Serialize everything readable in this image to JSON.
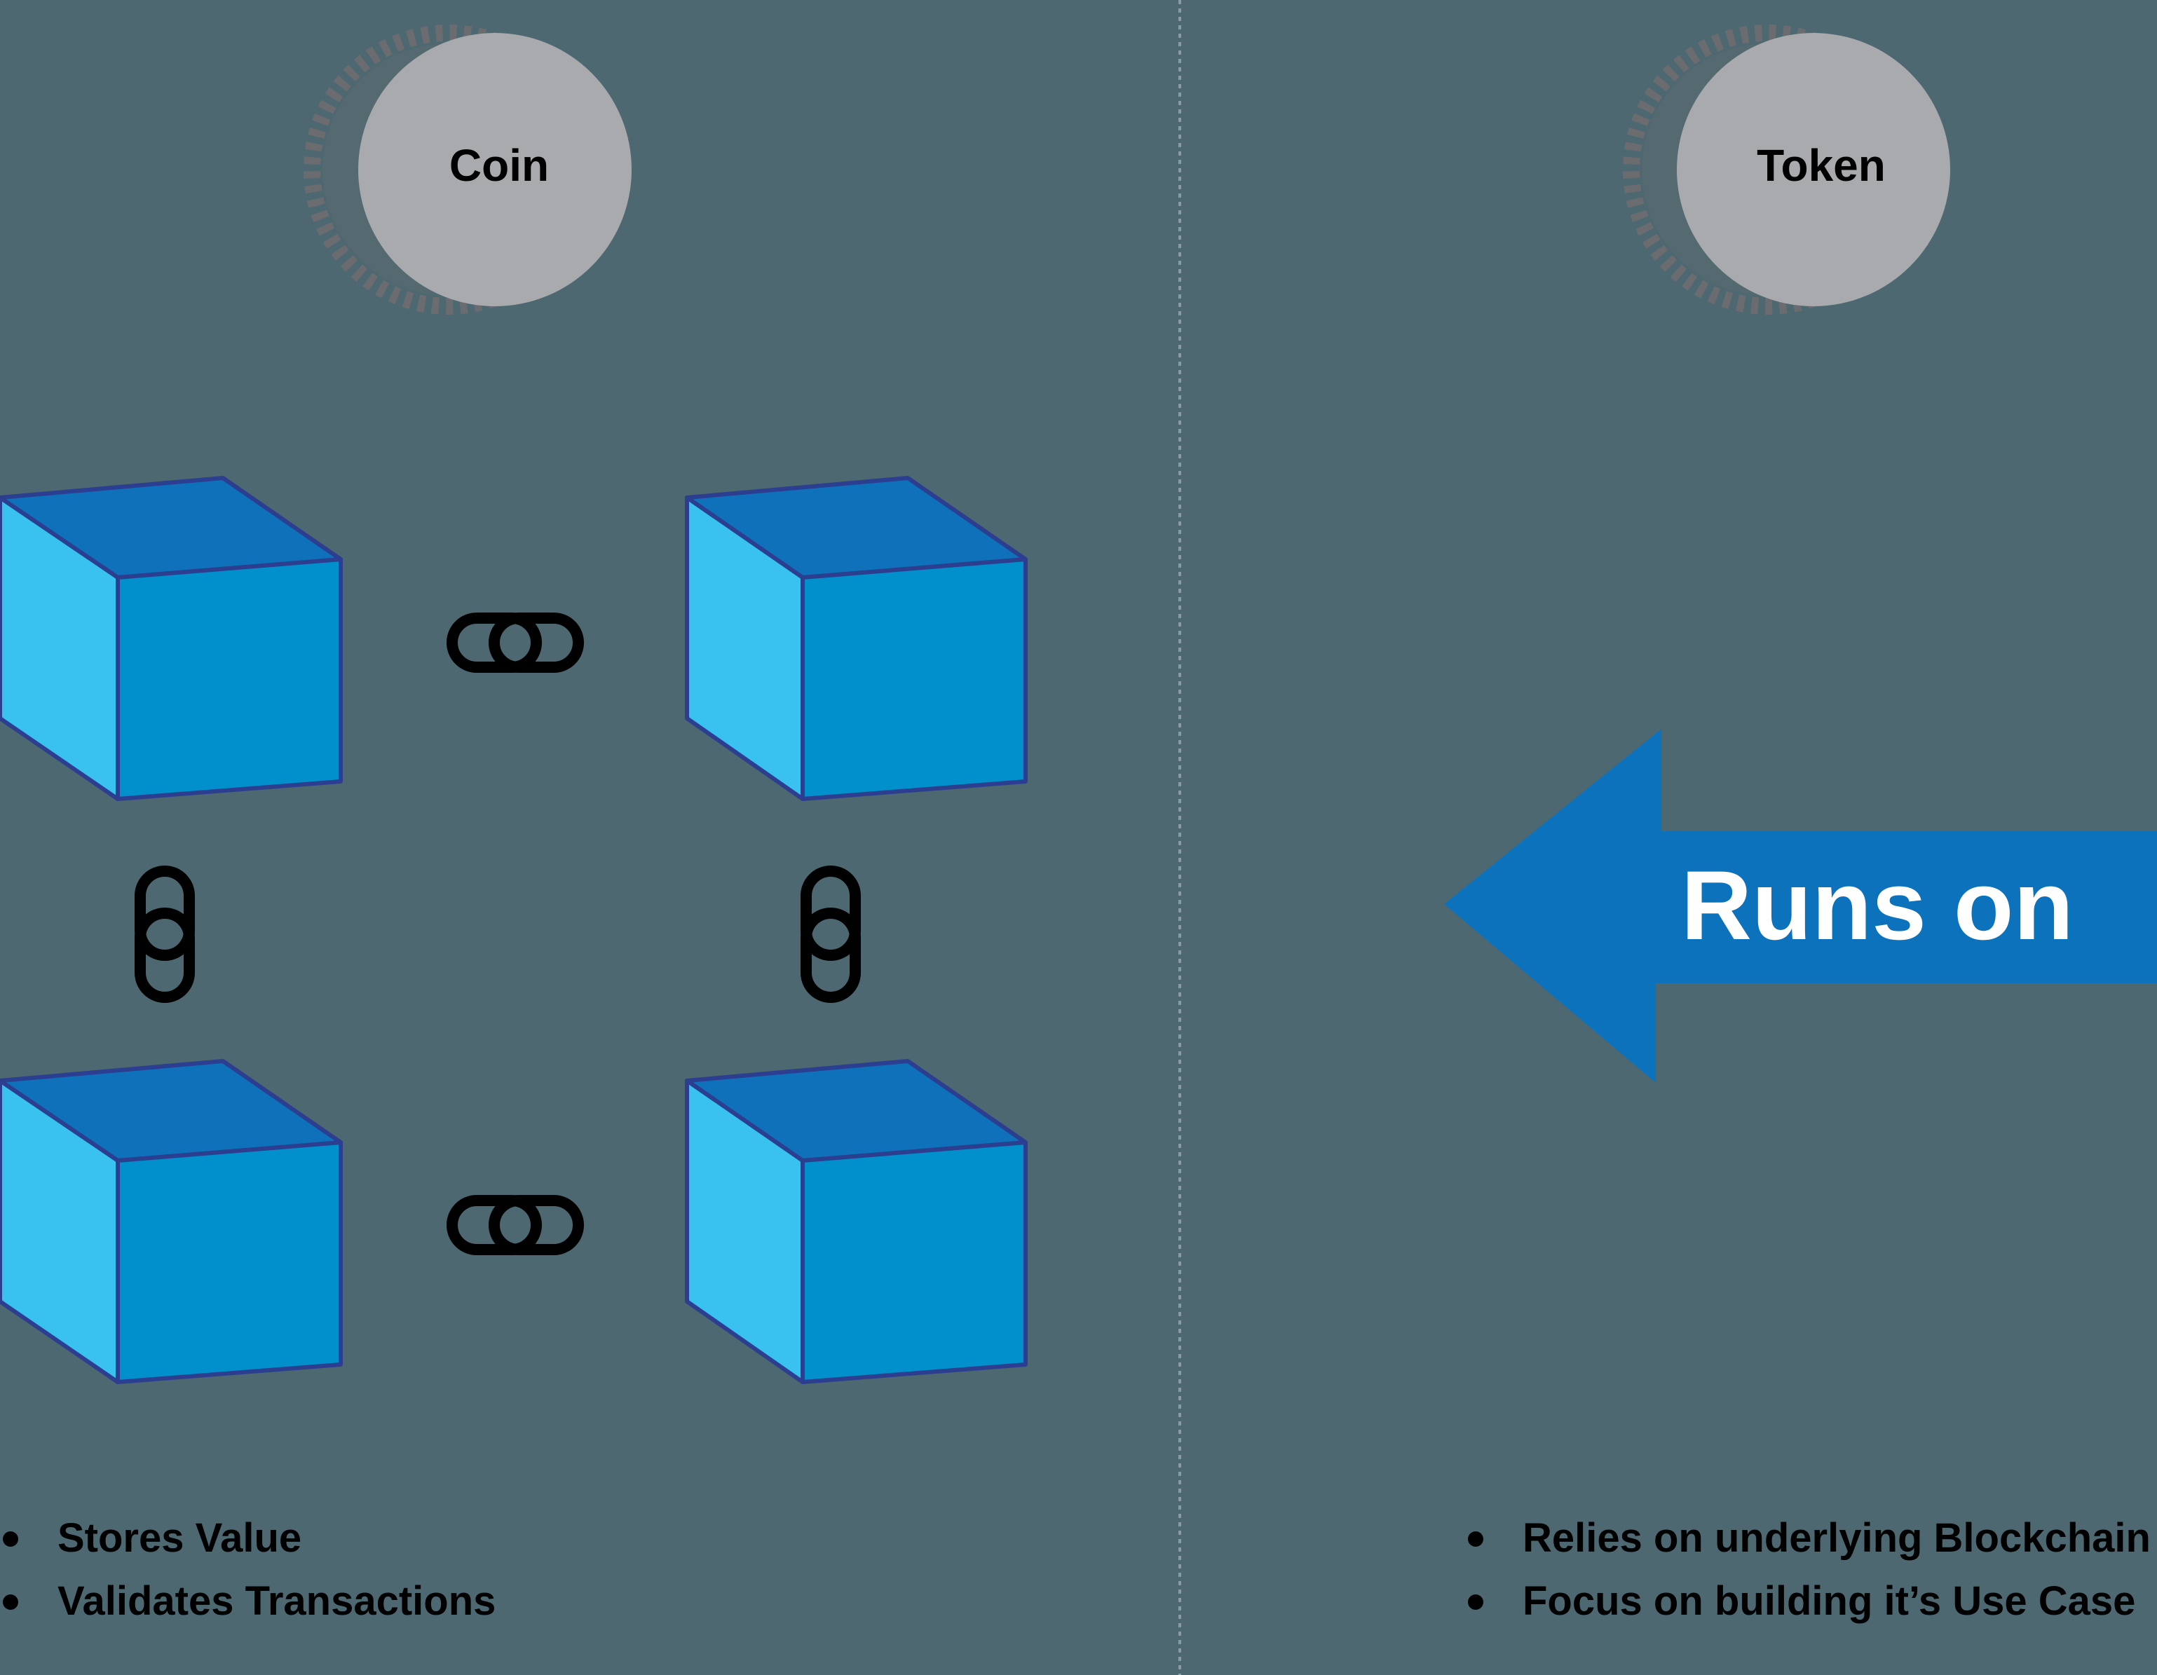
{
  "left_panel": {
    "coin_label": "Coin",
    "bullets": [
      "Stores Value",
      "Validates Transactions"
    ]
  },
  "right_panel": {
    "token_label": "Token",
    "arrow_label": "Runs on",
    "bullets": [
      "Relies on underlying Blockchain",
      "Focus on building it’s Use Case"
    ]
  },
  "colors": {
    "background": "#4d6871",
    "divider": "#8a9aa0",
    "coin_face": "#a9aaad",
    "coin_edge": "#6b6c70",
    "cube_top": "#0f71ba",
    "cube_left": "#39c1f0",
    "cube_front": "#0190cb",
    "cube_outline": "#2b3e8f",
    "arrow": "#0d72bc",
    "chain": "#000000"
  }
}
